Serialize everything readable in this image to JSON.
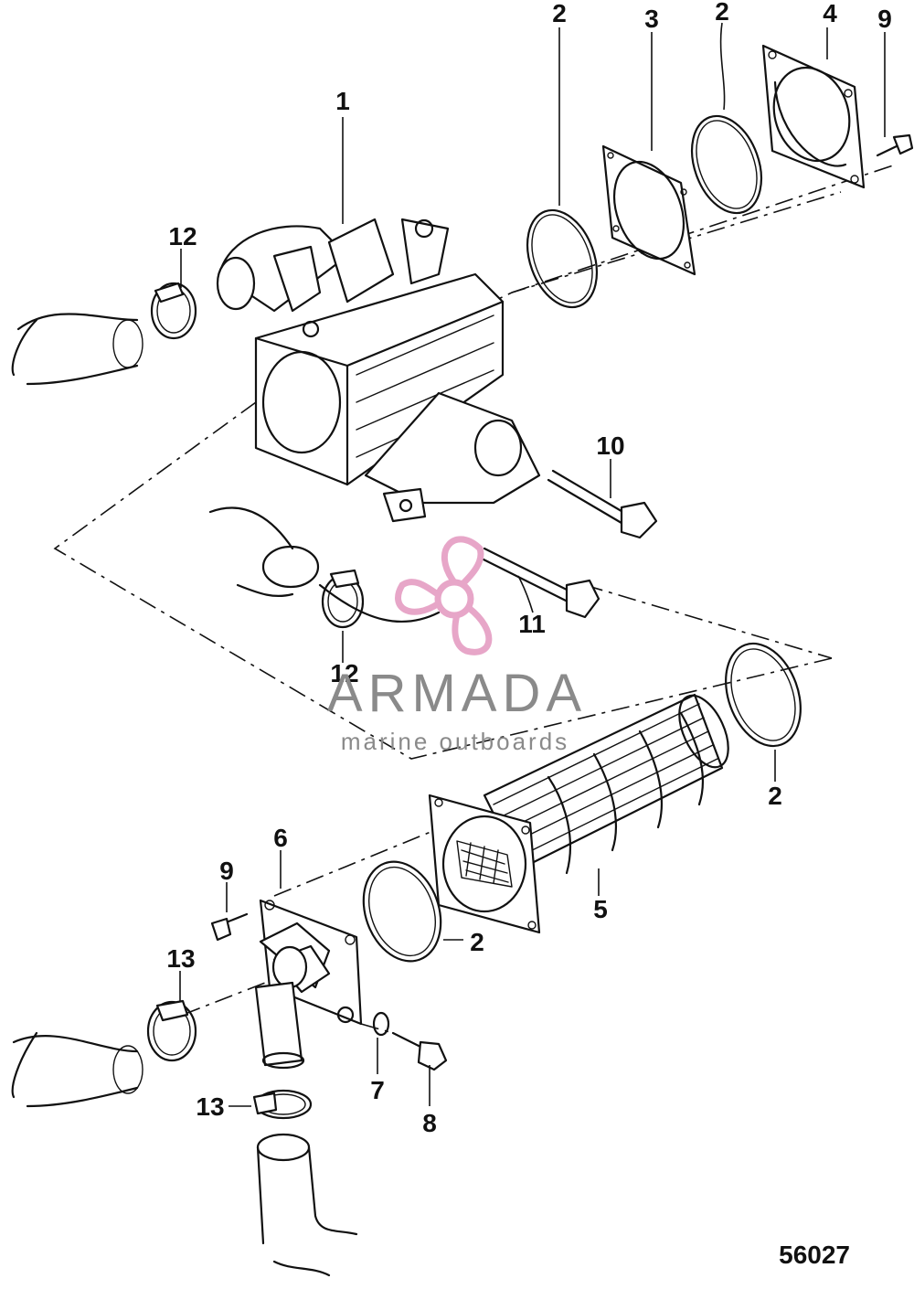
{
  "diagram": {
    "document_number": "56027",
    "callouts": [
      {
        "id": "c1",
        "text": "1"
      },
      {
        "id": "c2a",
        "text": "2"
      },
      {
        "id": "c3",
        "text": "3"
      },
      {
        "id": "c2b",
        "text": "2"
      },
      {
        "id": "c4",
        "text": "4"
      },
      {
        "id": "c9a",
        "text": "9"
      },
      {
        "id": "c12a",
        "text": "12"
      },
      {
        "id": "c10",
        "text": "10"
      },
      {
        "id": "c11",
        "text": "11"
      },
      {
        "id": "c12b",
        "text": "12"
      },
      {
        "id": "c2c",
        "text": "2"
      },
      {
        "id": "c6",
        "text": "6"
      },
      {
        "id": "c9b",
        "text": "9"
      },
      {
        "id": "c2d",
        "text": "2"
      },
      {
        "id": "c5",
        "text": "5"
      },
      {
        "id": "c13a",
        "text": "13"
      },
      {
        "id": "c7",
        "text": "7"
      },
      {
        "id": "c8",
        "text": "8"
      },
      {
        "id": "c13b",
        "text": "13"
      }
    ]
  },
  "watermark": {
    "brand": "ARMADA",
    "tagline": "marine outboards",
    "color_text": "#8a8a8a",
    "color_logo": "#e7a6c8"
  }
}
